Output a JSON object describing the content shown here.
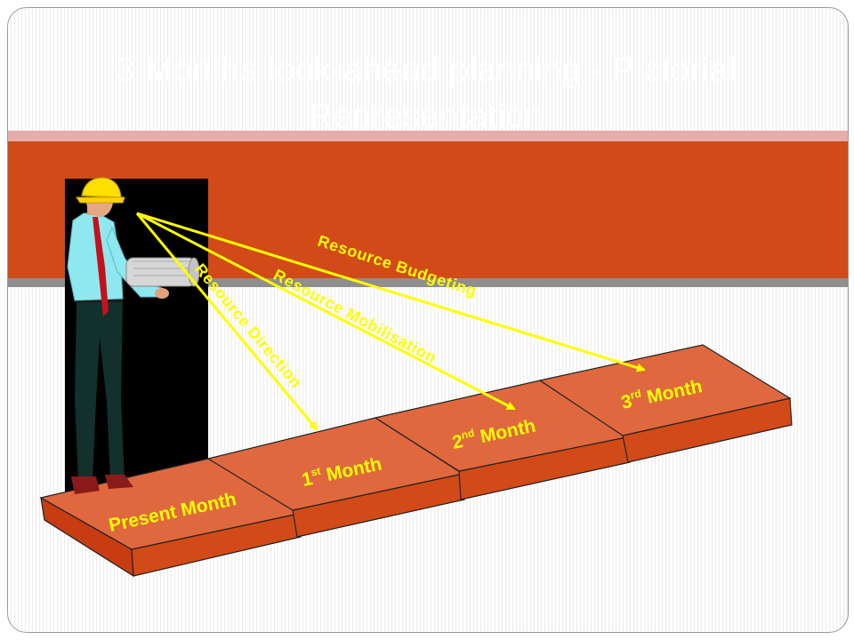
{
  "slide": {
    "title": "3 Months look-ahead planning - Pictorial Representation"
  },
  "months": [
    {
      "label": "Present Month",
      "sup": "",
      "suffix": ""
    },
    {
      "label": "1",
      "sup": "st",
      "suffix": " Month"
    },
    {
      "label": "2",
      "sup": "nd",
      "suffix": " Month"
    },
    {
      "label": "3",
      "sup": "rd",
      "suffix": " Month"
    }
  ],
  "arrows": [
    {
      "label": "Resource Direction"
    },
    {
      "label": "Resource Mobilisation"
    },
    {
      "label": "Resource Budgeting"
    }
  ],
  "colors": {
    "band": "#d24a17",
    "tile_top": "#e0683f",
    "tile_side": "#c83c12",
    "arrow": "#ffff00",
    "label_text": "#ffff00"
  }
}
